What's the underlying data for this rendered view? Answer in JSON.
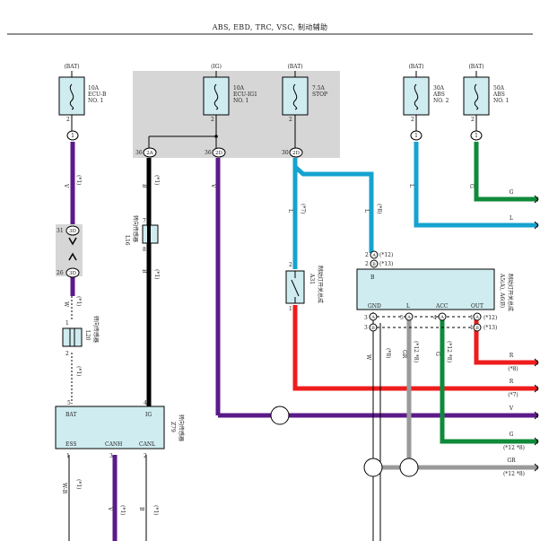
{
  "header": {
    "title": "ABS, EBD, TRC, VSC, 制动辅助"
  },
  "colors": {
    "violet": "#5b1a8a",
    "blue": "#15a3cf",
    "green": "#0f8a3a",
    "red": "#ee1c1c",
    "black": "#000000",
    "gray": "#9a9a9a",
    "fuse_fill": "#cfecf0",
    "shade": "#d6d6d6"
  },
  "fuses": {
    "f1": {
      "source": "(BAT)",
      "rating": "10A",
      "name": "ECU-B",
      "no": "NO. 1",
      "pin": "2",
      "conn": "1"
    },
    "f2": {
      "source": "(IG)",
      "rating": "10A",
      "name": "ECU-IG1",
      "no": "NO. 1",
      "pin": "2"
    },
    "f3": {
      "source": "(BAT)",
      "rating": "7.5A",
      "name": "STOP",
      "pin": "2"
    },
    "f4": {
      "source": "(BAT)",
      "rating": "30A",
      "name": "ABS",
      "no": "NO. 2",
      "pin": "2",
      "conn": "1"
    },
    "f5": {
      "source": "(BAT)",
      "rating": "50A",
      "name": "ABS",
      "no": "NO. 1",
      "pin": "2",
      "conn": "1"
    }
  },
  "junctions": {
    "j1": {
      "pin": "36",
      "code": "2A"
    },
    "j2": {
      "pin": "36",
      "code": "2D"
    },
    "j3": {
      "pin": "30",
      "code": "2D"
    },
    "j4": {
      "pin": "31",
      "code": "3D"
    },
    "j5": {
      "pin": "26",
      "code": "3D"
    }
  },
  "wires": {
    "w_v1": "V",
    "w_v1_note": "(*1)",
    "w_b1": "B",
    "w_b1_note": "(*1)",
    "w_v2": "V",
    "w_l1": "L",
    "w_l1_note": "(*7)",
    "w_l2": "L",
    "w_l2_note": "(*8)",
    "w_l3": "L",
    "w_g1": "G",
    "w_w1": "W",
    "w_w1_note": "(*1)",
    "w_w2": "W",
    "w_w2_note": "(*1)",
    "w_w3": "W",
    "w_w3_note": "(*8)",
    "w_b2": "B",
    "w_b2_note": "(*1)",
    "w_b3": "B",
    "w_b3_note": "(*1)",
    "w_w4": "W-B",
    "w_w4_note": "(*1)",
    "w_v3": "V",
    "w_v3_note": "(*1)",
    "w_v4": "V",
    "w_v4_note": "(*1)",
    "w_gr": "GR",
    "w_gr_note": "(*12 *8)",
    "w_g2": "G",
    "w_g2_note": "(*12 *8)"
  },
  "stop_switch": {
    "code": "A31",
    "name": "制动灯开关总成",
    "pin_top": "2",
    "pin_bottom": "1"
  },
  "relay": {
    "code": "A5(A), A6(B)",
    "name": "制动灯开关总成",
    "b_label": "B",
    "gnd": "GND",
    "l": "L",
    "acc": "ACC",
    "out": "OUT",
    "top_pins": [
      {
        "pin": "2",
        "conn": "A",
        "note": "(*12)"
      },
      {
        "pin": "2",
        "conn": "B",
        "note": "(*13)"
      }
    ],
    "left_pins": [
      {
        "pin": "3",
        "conn": "A"
      },
      {
        "pin": "3",
        "conn": "B"
      }
    ],
    "l_pin": {
      "pin": "5",
      "conn": "A"
    },
    "acc_pin": {
      "pin": "4",
      "conn": "A"
    },
    "out_pins": [
      {
        "pin": "1",
        "conn": "A",
        "note": "(*12)"
      },
      {
        "pin": "1",
        "conn": "B",
        "note": "(*13)"
      }
    ]
  },
  "right_wires": [
    {
      "color": "G",
      "note": ""
    },
    {
      "color": "L",
      "note": ""
    },
    {
      "color": "R",
      "note": "(*8)"
    },
    {
      "color": "R",
      "note": "(*7)"
    },
    {
      "color": "V",
      "note": ""
    },
    {
      "color": "G",
      "note": "(*12 *8)"
    },
    {
      "color": "GR",
      "note": "(*12 *8)"
    }
  ],
  "sensor": {
    "code": "L16",
    "name": "转向传感器",
    "pin_top": "7",
    "pin_bottom": "8"
  },
  "dlc": {
    "code": "L20",
    "name": "转向传感器",
    "pin_top": "1",
    "pin_bottom": "2"
  },
  "ecu": {
    "code": "Z79",
    "name": "转向传感器",
    "pins_top": [
      {
        "pin": "5",
        "label": "BAT"
      },
      {
        "pin": "4",
        "label": "IG"
      }
    ],
    "pins_bottom": [
      {
        "pin": "1",
        "label": "ESS"
      },
      {
        "pin": "3",
        "label": "CANH"
      },
      {
        "pin": "2",
        "label": "CANL"
      }
    ]
  }
}
